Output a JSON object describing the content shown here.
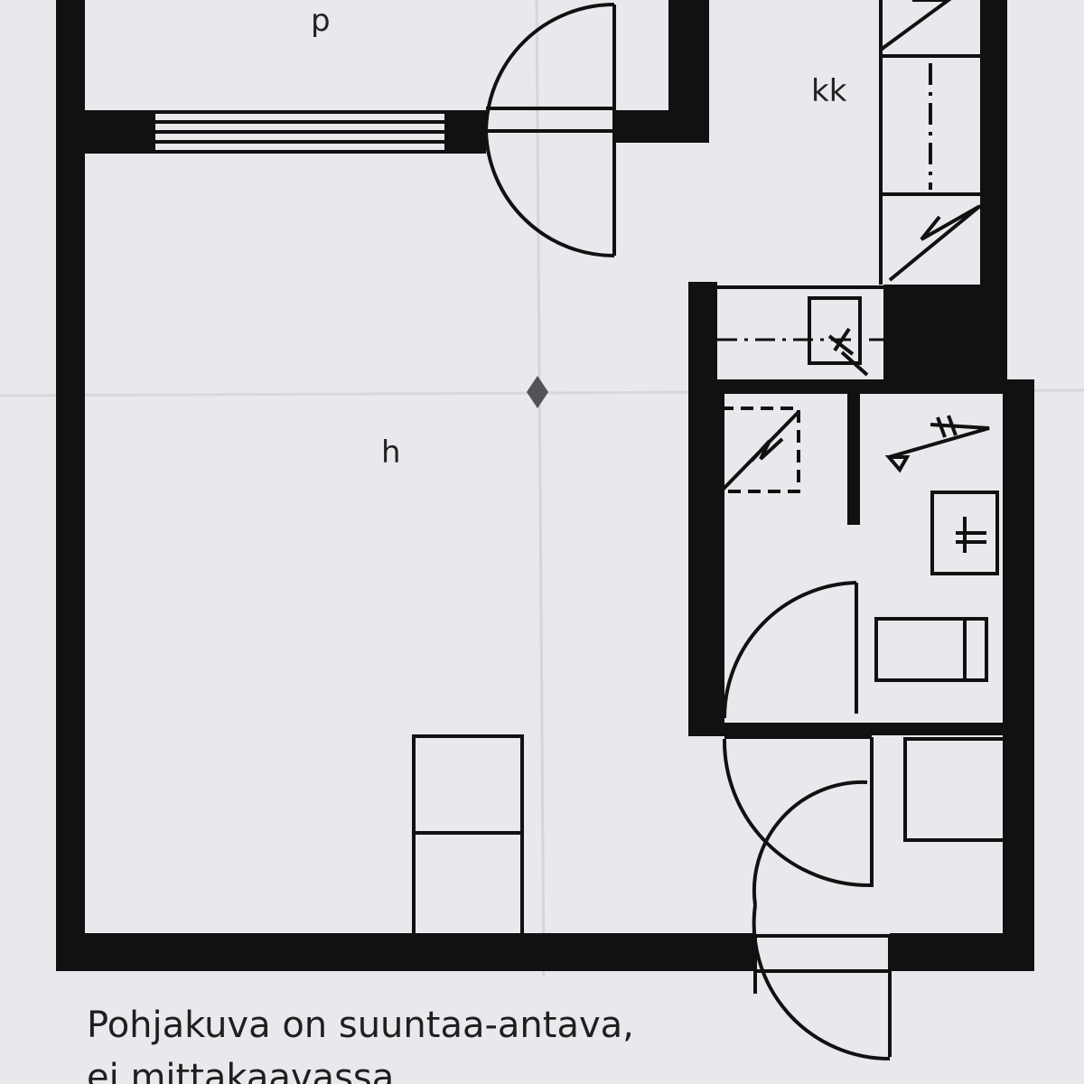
{
  "rooms": {
    "balcony": "p",
    "kitchen": "kk",
    "living": "h"
  },
  "caption": {
    "line1": "Pohjakuva on suuntaa-antava,",
    "line2": "ei mittakaavassa"
  },
  "colors": {
    "paper": "#e9e8ec",
    "ink": "#111111"
  }
}
